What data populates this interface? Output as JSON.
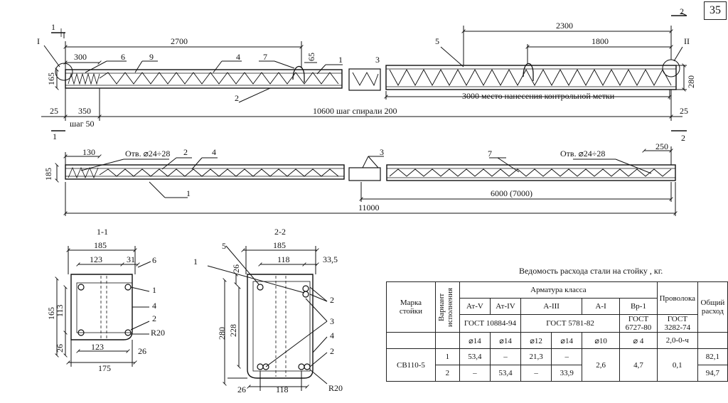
{
  "page_number": "35",
  "elevation_top": {
    "dims": {
      "d2700": "2700",
      "d2300": "2300",
      "d1800": "1800",
      "d300": "300",
      "d65": "65",
      "d165": "165",
      "d280": "280",
      "d25l": "25",
      "d350": "350",
      "d25r": "25",
      "total": "10600 шаг спирали 200",
      "mark": "3000 место нанесения контрольной метки",
      "step": "шаг 50"
    },
    "labels": {
      "c1a": "1",
      "c1b": "1",
      "c2a": "2",
      "c2b": "2",
      "I": "I",
      "II": "II",
      "p6": "6",
      "p9": "9",
      "p4": "4",
      "p7": "7",
      "p1": "1",
      "p3": "3",
      "p5": "5",
      "p2": "2"
    }
  },
  "elevation_bottom": {
    "dims": {
      "d130": "130",
      "d185": "185",
      "d250": "250",
      "d6000": "6000 (7000)",
      "d11000": "11000"
    },
    "labels": {
      "hole_left": "Отв. ⌀24÷28",
      "hole_right": "Отв. ⌀24÷28",
      "p2": "2",
      "p4": "4",
      "p3": "3",
      "p7": "7",
      "p1": "1"
    }
  },
  "section_1": {
    "title": "1-1",
    "dims": {
      "w185": "185",
      "w123": "123",
      "w31": "31",
      "h165": "165",
      "h113": "113",
      "h26": "26",
      "b123": "123",
      "b26": "26",
      "b175": "175"
    },
    "labels": {
      "p6": "6",
      "p1": "1",
      "p4": "4",
      "p2": "2",
      "r20": "R20"
    }
  },
  "section_2": {
    "title": "2-2",
    "dims": {
      "w185": "185",
      "w118": "118",
      "w335": "33,5",
      "h26": "26",
      "h280": "280",
      "h228": "228",
      "b26": "26",
      "b118": "118"
    },
    "labels": {
      "p5": "5",
      "p1": "1",
      "p2a": "2",
      "p3": "3",
      "p4": "4",
      "p2b": "2",
      "r20": "R20"
    }
  },
  "table": {
    "title": "Ведомость расхода стали на стойку , кг.",
    "col_mark": "Марка стойки",
    "col_variant": "Вариант исполнения",
    "col_rebar": "Арматура класса",
    "col_wire": "Проволока",
    "col_total": "Общий расход",
    "classes": [
      "Ат-V",
      "Ат-IV",
      "A-III",
      "A-I",
      "Вр-1"
    ],
    "gost": [
      "ГОСТ 10884-94",
      "ГОСТ 5781-82",
      "ГОСТ 6727-80",
      "ГОСТ 3282-74"
    ],
    "diams": [
      "⌀14",
      "⌀14",
      "⌀12",
      "⌀14",
      "⌀10",
      "⌀ 4",
      "2,0-0-ч"
    ],
    "mark": "СВ110-5",
    "rows": [
      {
        "variant": "1",
        "v1": "53,4",
        "v2": "–",
        "v3": "21,3",
        "v4": "–",
        "total": "82,1"
      },
      {
        "variant": "2",
        "v1": "–",
        "v2": "53,4",
        "v3": "–",
        "v4": "33,9",
        "total": "94,7"
      }
    ],
    "shared": {
      "ai": "2,6",
      "vr": "4,7",
      "wire": "0,1"
    }
  }
}
